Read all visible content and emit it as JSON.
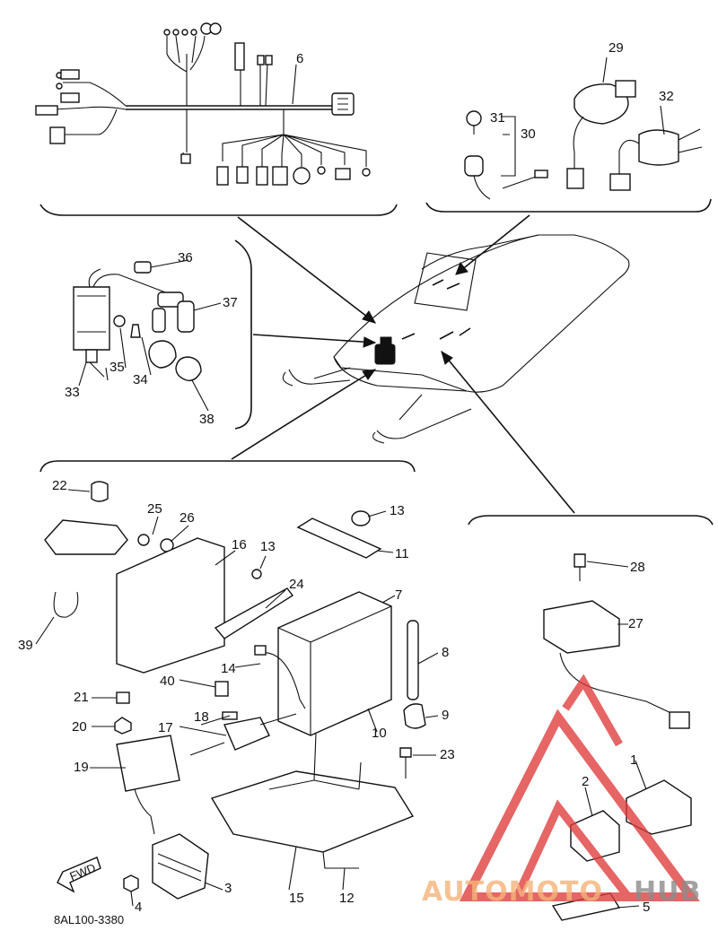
{
  "diagram": {
    "parts": [
      {
        "id": "p1",
        "label": "1"
      },
      {
        "id": "p2",
        "label": "2"
      },
      {
        "id": "p3",
        "label": "3"
      },
      {
        "id": "p4",
        "label": "4"
      },
      {
        "id": "p5",
        "label": "5"
      },
      {
        "id": "p6",
        "label": "6"
      },
      {
        "id": "p7",
        "label": "7"
      },
      {
        "id": "p8",
        "label": "8"
      },
      {
        "id": "p9",
        "label": "9"
      },
      {
        "id": "p10",
        "label": "10"
      },
      {
        "id": "p11",
        "label": "11"
      },
      {
        "id": "p12",
        "label": "12"
      },
      {
        "id": "p13a",
        "label": "13"
      },
      {
        "id": "p13b",
        "label": "13"
      },
      {
        "id": "p14",
        "label": "14"
      },
      {
        "id": "p15",
        "label": "15"
      },
      {
        "id": "p16",
        "label": "16"
      },
      {
        "id": "p17",
        "label": "17"
      },
      {
        "id": "p18",
        "label": "18"
      },
      {
        "id": "p19",
        "label": "19"
      },
      {
        "id": "p20",
        "label": "20"
      },
      {
        "id": "p21",
        "label": "21"
      },
      {
        "id": "p22",
        "label": "22"
      },
      {
        "id": "p23",
        "label": "23"
      },
      {
        "id": "p24",
        "label": "24"
      },
      {
        "id": "p25",
        "label": "25"
      },
      {
        "id": "p26",
        "label": "26"
      },
      {
        "id": "p27",
        "label": "27"
      },
      {
        "id": "p28",
        "label": "28"
      },
      {
        "id": "p29",
        "label": "29"
      },
      {
        "id": "p30",
        "label": "30"
      },
      {
        "id": "p31",
        "label": "31"
      },
      {
        "id": "p32",
        "label": "32"
      },
      {
        "id": "p33",
        "label": "33"
      },
      {
        "id": "p34",
        "label": "34"
      },
      {
        "id": "p35",
        "label": "35"
      },
      {
        "id": "p36",
        "label": "36"
      },
      {
        "id": "p37",
        "label": "37"
      },
      {
        "id": "p38",
        "label": "38"
      },
      {
        "id": "p39",
        "label": "39"
      },
      {
        "id": "p40",
        "label": "40"
      }
    ],
    "fwd_label": "FWD",
    "drawing_code": "8AL100-3380"
  },
  "watermark": {
    "text_a": "AUTOMOTO",
    "text_b": "HUB",
    "color_a": "#f5b47a",
    "color_b": "#8c8c8c",
    "logo_color": "#e03a3a"
  }
}
